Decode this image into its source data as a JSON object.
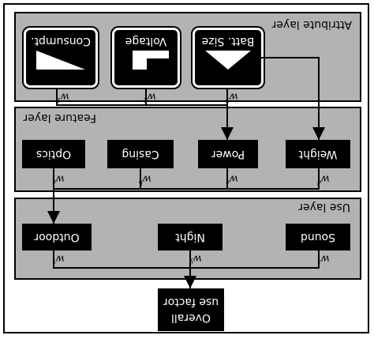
{
  "layers": {
    "attribute": {
      "title": "Attribute layer"
    },
    "feature": {
      "title": "Feature layer"
    },
    "use": {
      "title": "Use layer"
    }
  },
  "attribute_nodes": [
    {
      "label": "Consumpt.",
      "icon": "wedge-icon"
    },
    {
      "label": "Voltage",
      "icon": "step-blocks-icon"
    },
    {
      "label": "Batt. Size",
      "icon": "triangle-icon"
    }
  ],
  "feature_nodes": [
    {
      "label": "Optics"
    },
    {
      "label": "Casing"
    },
    {
      "label": "Power"
    },
    {
      "label": "Weight"
    }
  ],
  "use_nodes": [
    {
      "label": "Outdoor"
    },
    {
      "label": "Night"
    },
    {
      "label": "Sound"
    }
  ],
  "overall": {
    "line1": "Overall",
    "line2": "use factor"
  },
  "weights": {
    "attribute": [
      {
        "base": "w",
        "sup": "1"
      },
      {
        "base": "w",
        "sup": "2"
      },
      {
        "base": "w",
        "sup": "3"
      }
    ],
    "feature": [
      {
        "base": "w",
        "sup": "a"
      },
      {
        "base": "w",
        "sup": "b"
      },
      {
        "base": "w",
        "sup": "c"
      },
      {
        "base": "w",
        "sup": "d"
      }
    ],
    "use": [
      {
        "base": "w",
        "sup": "x"
      },
      {
        "base": "w",
        "sup": "y"
      },
      {
        "base": "w",
        "sup": "z"
      }
    ]
  },
  "colors": {
    "layer_fill": "#b3b3b3",
    "node_fill": "#000000",
    "line": "#000000"
  }
}
